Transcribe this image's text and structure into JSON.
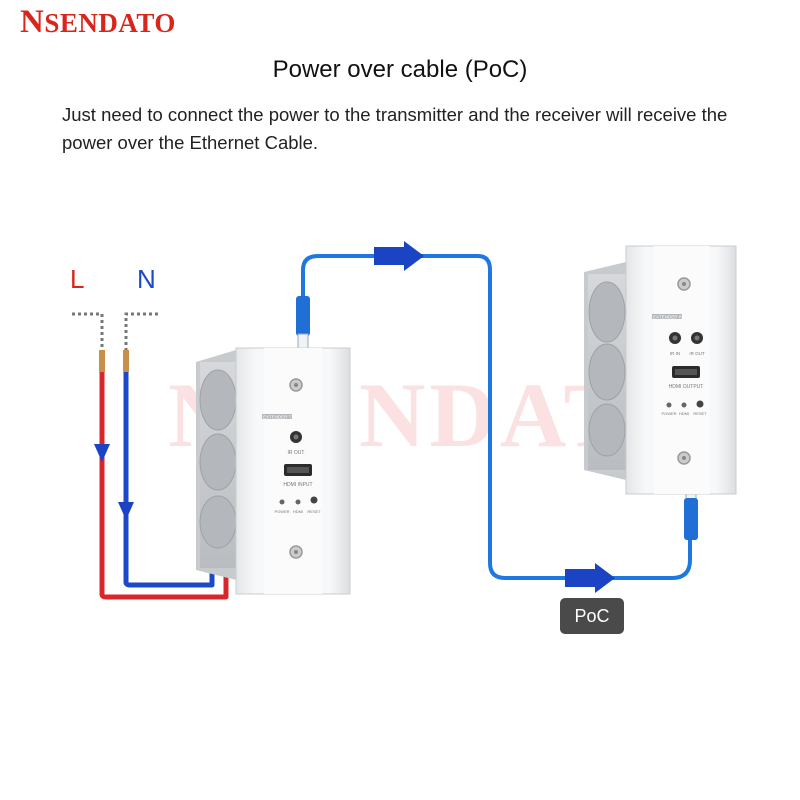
{
  "brand": {
    "logo_initial": "N",
    "logo_rest": "SENDATO"
  },
  "title": "Power over cable (PoC)",
  "description": "Just need to connect the power to the transmitter and the receiver will receive the power over the Ethernet Cable.",
  "watermark": "NSENDATO",
  "labels": {
    "live": "L",
    "neutral": "N",
    "poc": "PoC"
  },
  "transmitter": {
    "model_label": "EXTENDER TX",
    "port_ir": "IR OUT",
    "port_hdmi": "HDMI INPUT",
    "leds": [
      "POWER",
      "HDMI",
      "RESET"
    ]
  },
  "receiver": {
    "model_label": "EXTENDER RX",
    "port_ir_left": "IR IN",
    "port_ir_right": "IR OUT",
    "port_hdmi": "HDMI OUTPUT",
    "leds": [
      "POWER",
      "HDMI",
      "RESET"
    ]
  },
  "colors": {
    "brand": "#d9251c",
    "live_wire": "#d8272a",
    "neutral_wire": "#1c49c7",
    "ethernet": "#1f78e0",
    "arrow": "#1a44c4",
    "badge": "#4a4a4a"
  }
}
